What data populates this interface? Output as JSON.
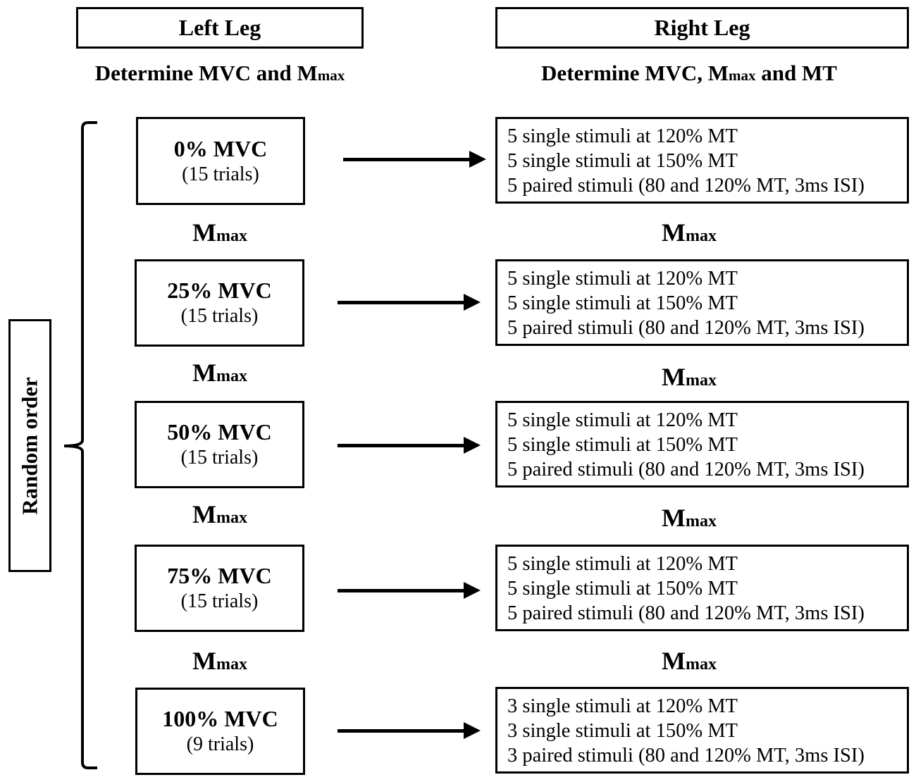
{
  "headers": {
    "left_leg": "Left Leg",
    "right_leg": "Right Leg"
  },
  "determine": {
    "left": {
      "text": "Determine MVC and M",
      "sub": "max"
    },
    "right": {
      "text1": "Determine MVC, M",
      "sub": "max",
      "text2": " and MT"
    }
  },
  "random_order": "Random order",
  "mmax": {
    "main": "M",
    "sub": "max"
  },
  "conditions": [
    {
      "pct": "0% MVC",
      "trials": "(15 trials)",
      "stimuli": [
        "5 single stimuli at 120% MT",
        "5 single stimuli at 150% MT",
        "5 paired stimuli (80 and 120% MT, 3ms ISI)"
      ]
    },
    {
      "pct": "25% MVC",
      "trials": "(15 trials)",
      "stimuli": [
        "5 single stimuli at 120% MT",
        "5 single stimuli at 150% MT",
        "5 paired stimuli (80 and 120% MT, 3ms ISI)"
      ]
    },
    {
      "pct": "50% MVC",
      "trials": "(15 trials)",
      "stimuli": [
        "5 single stimuli at 120% MT",
        "5 single stimuli at 150% MT",
        "5 paired stimuli (80 and 120% MT, 3ms ISI)"
      ]
    },
    {
      "pct": "75% MVC",
      "trials": "(15 trials)",
      "stimuli": [
        "5 single stimuli at 120% MT",
        "5 single stimuli at 150% MT",
        "5 paired stimuli (80 and 120% MT, 3ms ISI)"
      ]
    },
    {
      "pct": "100% MVC",
      "trials": "(9 trials)",
      "stimuli": [
        "3 single stimuli at 120% MT",
        "3 single stimuli at 150% MT",
        "3 paired stimuli (80 and 120% MT, 3ms ISI)"
      ]
    }
  ]
}
